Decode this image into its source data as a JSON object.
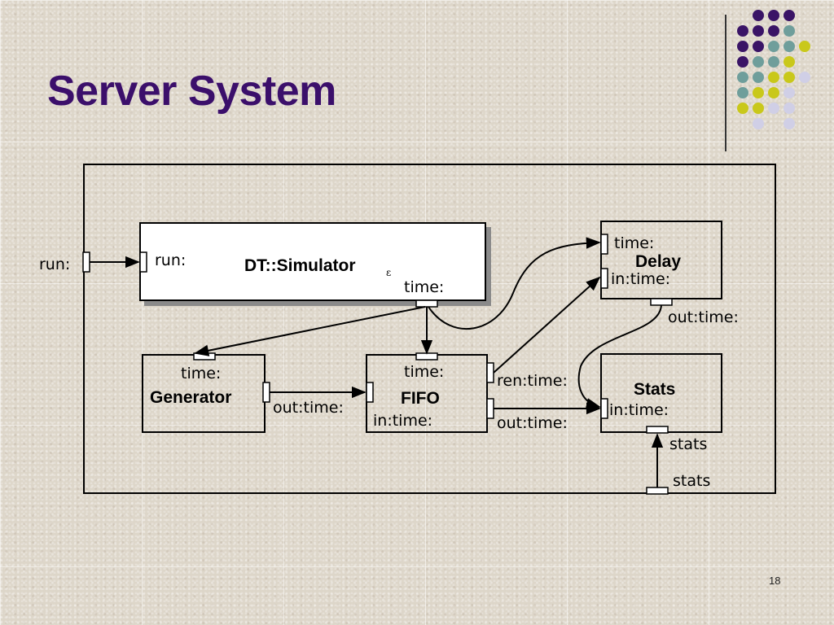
{
  "slide": {
    "title": "Server System",
    "page_number": "18",
    "accent_colors": {
      "title": "#3b0f6b",
      "dot_purple": "#3a1466",
      "dot_teal": "#6f9e9b",
      "dot_yellow": "#c9c81a",
      "dot_lavender": "#d0cfe6"
    }
  },
  "diagram": {
    "external_ports": {
      "run_label": "run:",
      "stats_label": "stats"
    },
    "simulator": {
      "name": "DT::Simulator",
      "subscript": "ε",
      "run_port": "run:",
      "time_port": "time:"
    },
    "generator": {
      "name": "Generator",
      "time_port": "time:",
      "out_port": "out:time:"
    },
    "fifo": {
      "name": "FIFO",
      "time_port": "time:",
      "in_port": "in:time:",
      "ren_port": "ren:time:",
      "out_port": "out:time:"
    },
    "delay": {
      "name": "Delay",
      "time_port": "time:",
      "in_port": "in:time:",
      "out_port": "out:time:"
    },
    "stats": {
      "name": "Stats",
      "in_port": "in:time:",
      "stats_port": "stats"
    }
  }
}
